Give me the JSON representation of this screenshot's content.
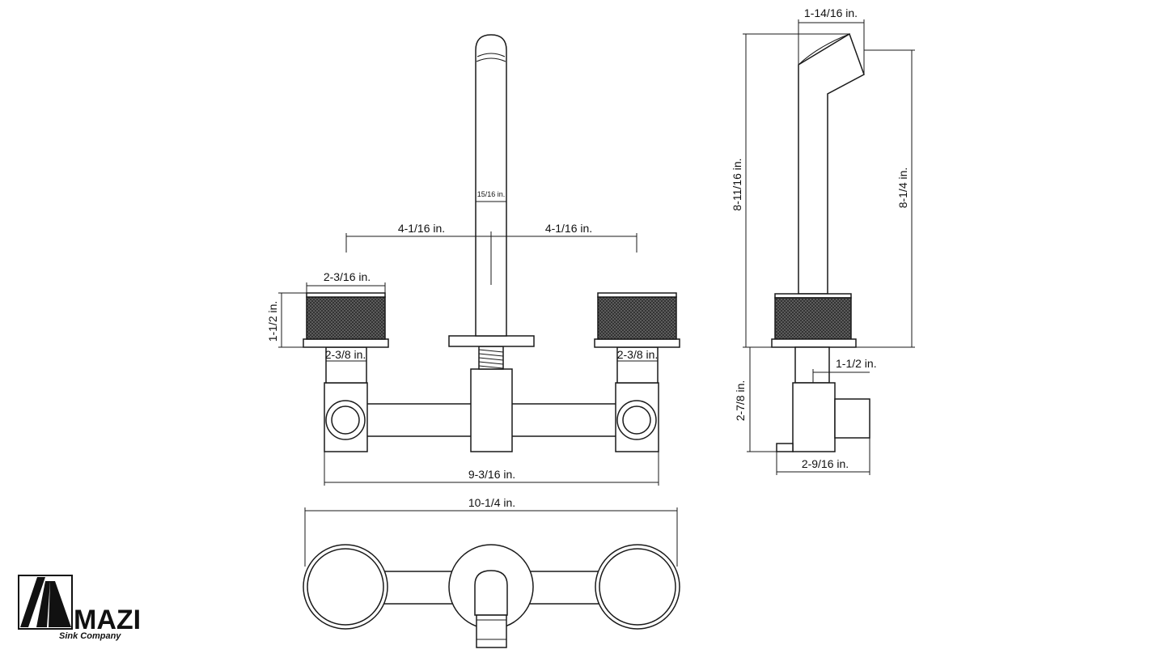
{
  "colors": {
    "line": "#1a1a1a",
    "knurl": "#3a3a3a",
    "background": "#ffffff"
  },
  "dimensions": {
    "spout_dia": "15/16 in.",
    "left_to_center": "4-1/16 in.",
    "center_to_right": "4-1/16 in.",
    "handle_width_top": "2-3/16 in.",
    "handle_height": "1-1/2 in.",
    "left_flange": "2-3/8 in.",
    "right_flange": "2-3/8 in.",
    "valve_span": "9-3/16 in.",
    "overall_width": "10-1/4 in.",
    "spout_reach_top": "1-14/16 in.",
    "overall_height": "8-11/16 in.",
    "spout_height": "8-1/4 in.",
    "valve_body_depth": "1-1/2 in.",
    "rough_in_height": "2-7/8 in.",
    "rough_in_depth": "2-9/16 in."
  },
  "logo": {
    "brand": "MAZI",
    "tagline": "Sink Company",
    "icon": "triangle-logo-icon"
  }
}
